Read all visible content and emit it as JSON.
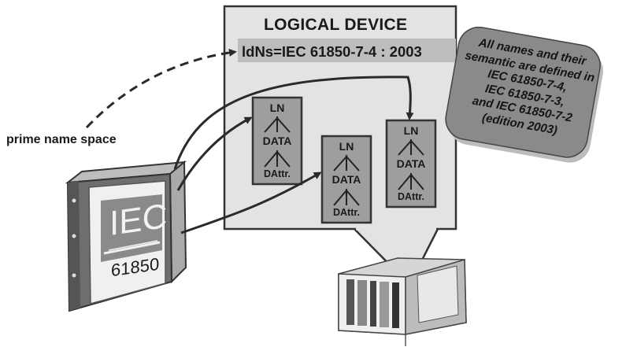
{
  "logical_device": {
    "title": "LOGICAL DEVICE",
    "ldns": "ldNs=IEC 61850-7-4 : 2003"
  },
  "prime_label": "prime name space",
  "callout_lines": [
    "All names and their",
    "semantic are defined in",
    "IEC 61850-7-4,",
    "IEC 61850-7-3,",
    "and IEC 61850-7-2",
    "(edition 2003)"
  ],
  "ln_boxes": [
    {
      "ln": "LN",
      "data": "DATA",
      "dattr": "DAttr."
    },
    {
      "ln": "LN",
      "data": "DATA",
      "dattr": "DAttr."
    },
    {
      "ln": "LN",
      "data": "DATA",
      "dattr": "DAttr."
    }
  ],
  "binder": {
    "word": "IEC",
    "number": "61850"
  },
  "colors": {
    "panel_fill": "#e3e3e3",
    "callout_fill": "#8a8a8a",
    "ln_box_fill": "#9e9e9e",
    "ldns_fill": "#bdbdbd",
    "outline": "#333333"
  }
}
